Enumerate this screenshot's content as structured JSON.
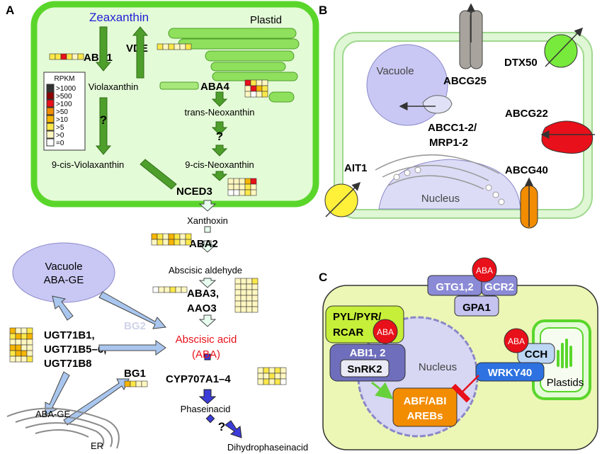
{
  "panels": {
    "a": "A",
    "b": "B",
    "c": "C"
  },
  "panel_a": {
    "plastid_label": "Plastid",
    "metabolites": {
      "zeaxanthin": "Zeaxanthin",
      "violaxanthin": "Violaxanthin",
      "trans_neoxanthin": "trans-Neoxanthin",
      "cis_neoxanthin": "9-cis-Neoxanthin",
      "cis_violaxanthin": "9-cis-Violaxanthin",
      "xanthoxin": "Xanthoxin",
      "abscisic_aldehyde": "Abscisic aldehyde",
      "aba_line1": "Abscisic acid",
      "aba_line2": "(ABA)",
      "phaseic_acid": "Phaseinacid",
      "dihydrophaseic_acid": "Dihydrophaseinacid",
      "aba_ge_er": "ABA-GE",
      "er": "ER",
      "vacuole_line1": "Vacuole",
      "vacuole_line2": "ABA-GE"
    },
    "genes": {
      "aba1": "ABA1",
      "vde": "VDE",
      "aba4": "ABA4",
      "nced3": "NCED3",
      "aba2": "ABA2",
      "aba3": "ABA3,",
      "aao3": "AAO3",
      "cyp": "CYP707A1–4",
      "ugt1": "UGT71B1,",
      "ugt2": "UGT71B5–6,",
      "ugt3": "UGT71B8",
      "bg1": "BG1",
      "bg2": "BG2"
    },
    "unknown_mark": "?",
    "legend": {
      "title": "RPKM",
      "items": [
        {
          "label": ">1000",
          "color": "#333333"
        },
        {
          "label": ">500",
          "color": "#8b0000"
        },
        {
          "label": ">100",
          "color": "#e8101a"
        },
        {
          "label": ">50",
          "color": "#f28c00"
        },
        {
          "label": ">10",
          "color": "#f7b500"
        },
        {
          "label": ">5",
          "color": "#fde84a"
        },
        {
          "label": ">0",
          "color": "#fff7c0"
        },
        {
          "label": "=0",
          "color": "#ffffff"
        }
      ]
    }
  },
  "panel_b": {
    "vacuole": "Vacuole",
    "nucleus": "Nucleus",
    "transporters": {
      "abcg25": "ABCG25",
      "dtx50": "DTX50",
      "abcc_line1": "ABCC1-2/",
      "abcc_line2": "MRP1-2",
      "abcg22": "ABCG22",
      "ait1": "AIT1",
      "abcg40": "ABCG40"
    }
  },
  "panel_c": {
    "aba_badge": "ABA",
    "gtg": "GTG1,2",
    "gcr2": "GCR2",
    "gpa1": "GPA1",
    "pyl_line1": "PYL/PYR/",
    "pyl_line2": "RCAR",
    "abi_line": "ABI1, 2",
    "snrk2": "SnRK2",
    "nucleus": "Nucleus",
    "cch": "CCH",
    "wrky40": "WRKY40",
    "abf_line1": "ABF/ABI",
    "abf_line2": "AREBs",
    "plastids": "Plastids"
  },
  "colors": {
    "plastid_fill": "#e4fbd7",
    "plastid_border": "#5ad62b",
    "green_arrow": "#4e9e2c",
    "aba_red": "#e8101a",
    "zeaxanthin_blue": "#1f1fd6",
    "cell_c_fill": "#edf7b5",
    "vacuole_fill": "#c9c8f4",
    "blue_arrow": "#3c3cd8"
  }
}
